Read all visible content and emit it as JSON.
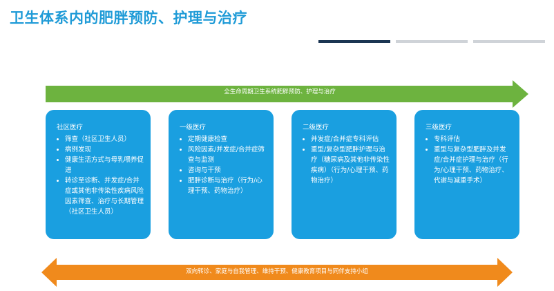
{
  "header": {
    "title": "卫生体系内的肥胖预防、护理与治疗"
  },
  "colors": {
    "title": "#1f9bd7",
    "green_arrow": "#6db33f",
    "orange_arrow": "#f08a1c",
    "box": "#1a9fe0",
    "divider_dark": "#1b3552",
    "divider_light": "#cfd3d8"
  },
  "top_arrow": {
    "label": "全生命周期卫生系统肥胖预防、护理与治疗"
  },
  "bottom_arrow": {
    "label": "双向转诊、家庭与自我管理、维持干预、健康教育项目与同伴支持小组"
  },
  "boxes": [
    {
      "title": "社区医疗",
      "items": [
        "筛查（社区卫生人员）",
        "病例发现",
        "健康生活方式与母乳喂养促进",
        "转诊至诊断、并发症/合并症或其他非传染性疾病风险因素筛查、治疗与长期管理（社区卫生人员）"
      ]
    },
    {
      "title": "一级医疗",
      "items": [
        "定期健康检查",
        "风险因素/并发症/合并症筛查与监测",
        "咨询与干预",
        "肥胖诊断与治疗（行为/心理干预、药物治疗）"
      ]
    },
    {
      "title": "二级医疗",
      "items": [
        "并发症/合并症专科评估",
        "重型/复杂型肥胖护理与治疗（糖尿病及其他非传染性疾病）（行为/心理干预、药物治疗）"
      ]
    },
    {
      "title": "三级医疗",
      "items": [
        "专科评估",
        "重型与复杂型肥胖及并发症/合并症护理与治疗（行为/心理干预、药物治疗、代谢与减重手术）"
      ]
    }
  ]
}
